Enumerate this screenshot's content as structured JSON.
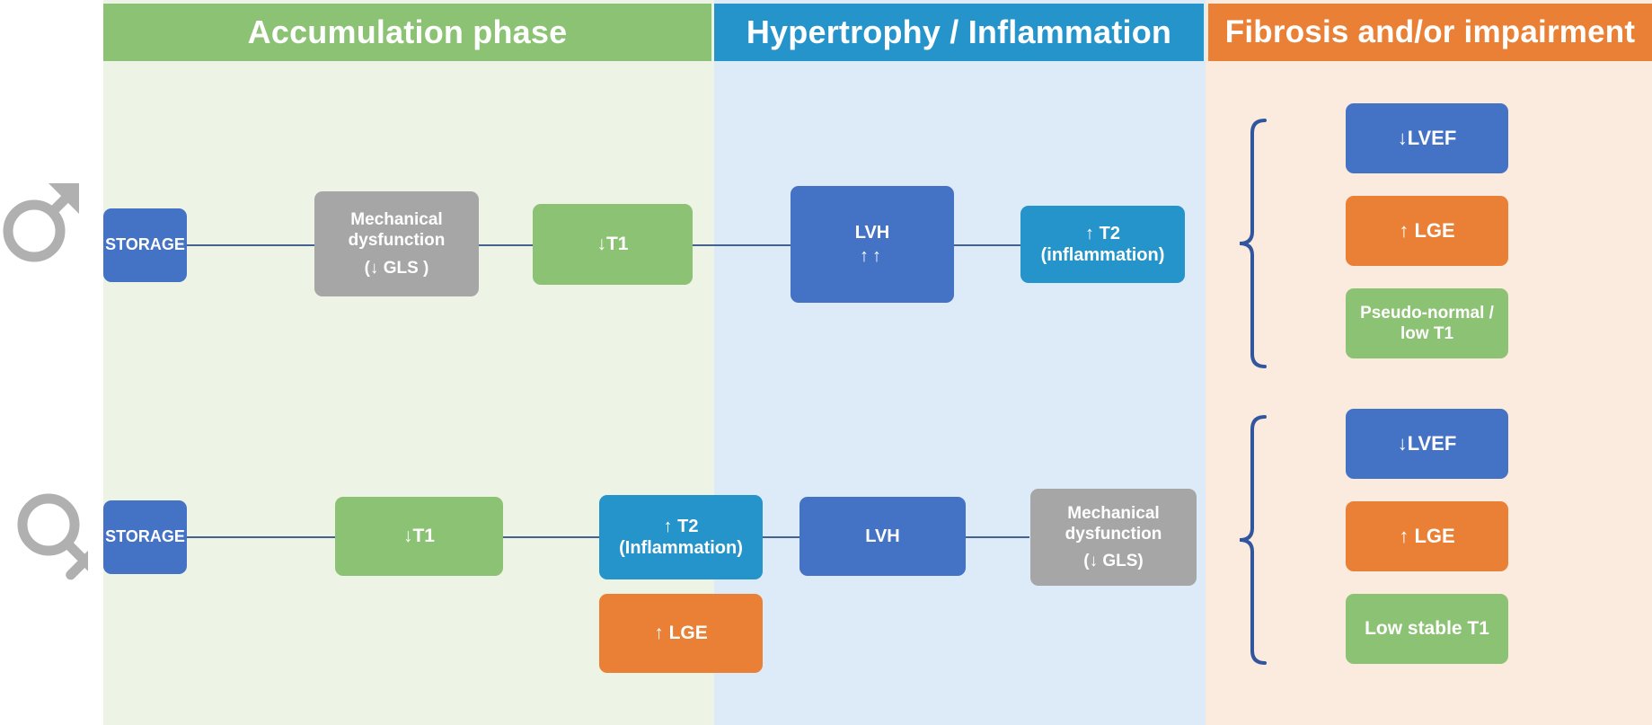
{
  "title": "Sex-specific cardiac involvement stages",
  "colors": {
    "green": "#8cc273",
    "blue_header": "#2494cb",
    "orange": "#ea8035",
    "blue_box": "#4472c4",
    "grey_box": "#a6a6a6",
    "teal_box": "#2494cb",
    "connector": "#44618f",
    "bg_accumulation": "#edf4e5",
    "bg_hypertrophy": "#dcebf7",
    "bg_fibrosis": "#fbeade"
  },
  "phases": [
    {
      "id": "accumulation",
      "label": "Accumulation phase"
    },
    {
      "id": "hypertrophy",
      "label": "Hypertrophy  / Inflammation"
    },
    {
      "id": "fibrosis",
      "label": "Fibrosis and/or impairment"
    }
  ],
  "rows": [
    {
      "id": "male",
      "gender_icon": "male-symbol",
      "gender_glyph": "♂",
      "steps": [
        {
          "id": "m-storage",
          "color": "blue",
          "lines": [
            "STORAGE"
          ]
        },
        {
          "id": "m-mech",
          "color": "grey",
          "lines": [
            "Mechanical",
            "dysfunction",
            "(↓ GLS )"
          ]
        },
        {
          "id": "m-t1",
          "color": "green",
          "lines": [
            "↓T1"
          ]
        },
        {
          "id": "m-lvh",
          "color": "blue",
          "lines": [
            "LVH",
            "↑↑"
          ]
        },
        {
          "id": "m-t2",
          "color": "teal",
          "lines": [
            "↑ T2",
            "(inflammation)"
          ]
        }
      ],
      "outcomes": [
        {
          "id": "m-lvef",
          "color": "blue",
          "lines": [
            "↓LVEF"
          ]
        },
        {
          "id": "m-lge",
          "color": "orange",
          "lines": [
            "↑ LGE"
          ]
        },
        {
          "id": "m-t1-out",
          "color": "green",
          "lines": [
            "Pseudo-normal  /",
            "low T1"
          ]
        }
      ]
    },
    {
      "id": "female",
      "gender_icon": "female-symbol",
      "gender_glyph": "♀",
      "steps": [
        {
          "id": "f-storage",
          "color": "blue",
          "lines": [
            "STORAGE"
          ]
        },
        {
          "id": "f-t1",
          "color": "green",
          "lines": [
            "↓T1"
          ]
        },
        {
          "id": "f-t2",
          "color": "teal",
          "lines": [
            "↑ T2",
            "(Inflammation)"
          ]
        },
        {
          "id": "f-lvh",
          "color": "blue",
          "lines": [
            "LVH"
          ]
        },
        {
          "id": "f-mech",
          "color": "grey",
          "lines": [
            "Mechanical",
            "dysfunction",
            "(↓ GLS)"
          ]
        }
      ],
      "branch": {
        "id": "f-lge",
        "color": "orange",
        "lines": [
          "↑ LGE"
        ]
      },
      "outcomes": [
        {
          "id": "f-lvef",
          "color": "blue",
          "lines": [
            "↓LVEF"
          ]
        },
        {
          "id": "f-lge-out",
          "color": "orange",
          "lines": [
            "↑ LGE"
          ]
        },
        {
          "id": "f-t1-out",
          "color": "green",
          "lines": [
            "Low stable T1"
          ]
        }
      ]
    }
  ]
}
